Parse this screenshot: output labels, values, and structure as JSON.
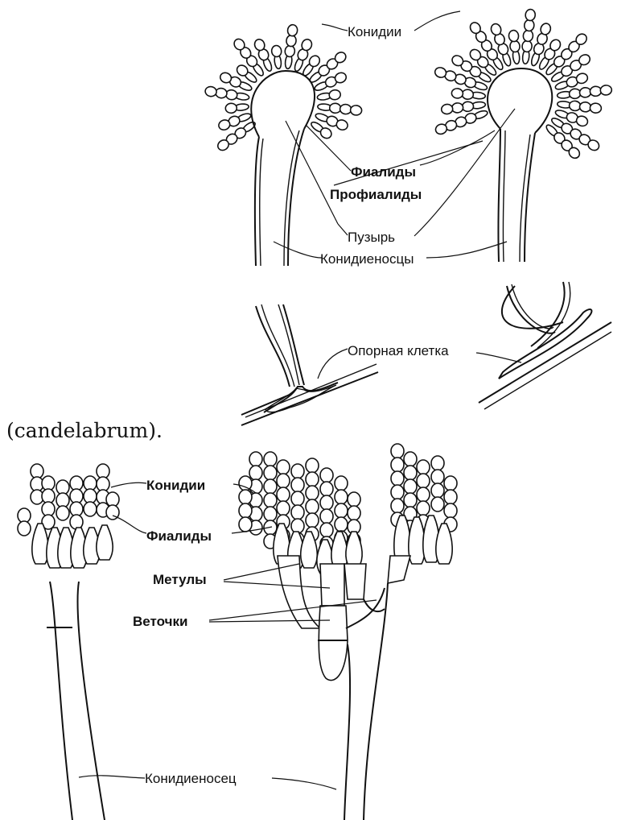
{
  "top_figure": {
    "labels": {
      "conidia": "Конидии",
      "phialides": "Фиалиды",
      "prophialides": "Профиалиды",
      "vesicle": "Пузырь",
      "conidiophores": "Конидиеносцы",
      "foot_cell": "Опорная клетка"
    }
  },
  "caption": "(candelabrum).",
  "bottom_figure": {
    "labels": {
      "conidia": "Конидии",
      "phialides": "Фиалиды",
      "metulae": "Метулы",
      "branches": "Веточки",
      "conidiophore": "Конидиеносец"
    }
  }
}
